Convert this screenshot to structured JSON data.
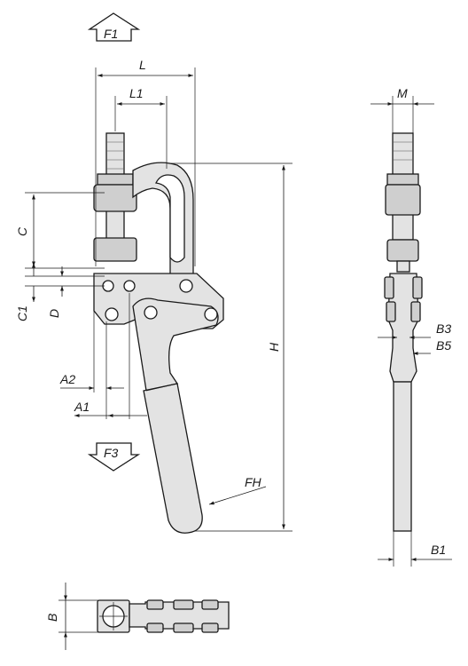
{
  "figure": {
    "force_labels": {
      "f1": "F1",
      "f3": "F3",
      "fh": "FH"
    },
    "dimension_labels": {
      "l": "L",
      "l1": "L1",
      "c": "C",
      "c1": "C1",
      "d": "D",
      "h": "H",
      "a1": "A1",
      "a2": "A2",
      "m": "M",
      "b3": "B3",
      "b5": "B5",
      "b1": "B1",
      "b": "B"
    }
  }
}
